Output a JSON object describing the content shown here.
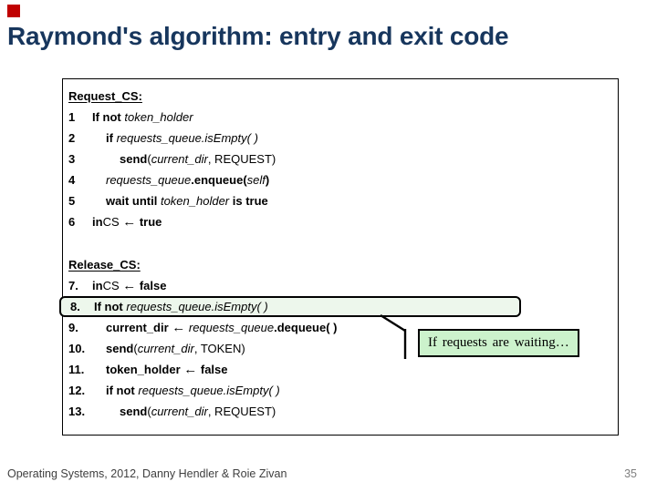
{
  "slide": {
    "title": "Raymond's algorithm: entry and exit code",
    "footer": "Operating Systems, 2012, Danny Hendler & Roie Zivan",
    "page_number": "35"
  },
  "colors": {
    "title_text": "#17365D",
    "accent_square": "#C00000",
    "highlight_bg": "#EDF7EC",
    "callout_bg": "#CCF2CC",
    "border": "#000000",
    "footer_text": "#3F3F3F",
    "page_number_text": "#7F7F7F"
  },
  "callout": {
    "text": "If requests are waiting…"
  },
  "code": {
    "sections": [
      {
        "id": "request",
        "header": "Request_CS:",
        "lines": [
          {
            "num": "1",
            "indent": 0,
            "highlight": false,
            "runs": [
              {
                "t": "If not ",
                "s": "b"
              },
              {
                "t": "token_holder",
                "s": "i"
              }
            ]
          },
          {
            "num": "2",
            "indent": 1,
            "highlight": false,
            "runs": [
              {
                "t": "if ",
                "s": "b"
              },
              {
                "t": "requests_queue.isEmpty( )",
                "s": "i"
              }
            ]
          },
          {
            "num": "3",
            "indent": 2,
            "highlight": false,
            "runs": [
              {
                "t": "send",
                "s": "b"
              },
              {
                "t": "(",
                "s": "n"
              },
              {
                "t": "current_dir",
                "s": "i"
              },
              {
                "t": ", REQUEST)",
                "s": "n"
              }
            ]
          },
          {
            "num": "4",
            "indent": 1,
            "highlight": false,
            "runs": [
              {
                "t": "requests_queue",
                "s": "i"
              },
              {
                "t": ".enqueue(",
                "s": "b"
              },
              {
                "t": "self",
                "s": "i"
              },
              {
                "t": ")",
                "s": "b"
              }
            ]
          },
          {
            "num": "5",
            "indent": 1,
            "highlight": false,
            "runs": [
              {
                "t": "wait until ",
                "s": "b"
              },
              {
                "t": "token_holder",
                "s": "i"
              },
              {
                "t": " is true",
                "s": "b"
              }
            ]
          },
          {
            "num": "6",
            "indent": 0,
            "highlight": false,
            "runs": [
              {
                "t": "in",
                "s": "b"
              },
              {
                "t": "CS ",
                "s": "n"
              },
              {
                "t": "←",
                "s": "arrow"
              },
              {
                "t": " true",
                "s": "b"
              }
            ]
          }
        ]
      },
      {
        "id": "release",
        "header": "Release_CS:",
        "lines": [
          {
            "num": "7.",
            "indent": 0,
            "highlight": false,
            "runs": [
              {
                "t": "in",
                "s": "b"
              },
              {
                "t": "CS ",
                "s": "n"
              },
              {
                "t": "←",
                "s": "arrow"
              },
              {
                "t": " false",
                "s": "b"
              }
            ]
          },
          {
            "num": "8.",
            "indent": 0,
            "highlight": true,
            "runs": [
              {
                "t": "If not ",
                "s": "b"
              },
              {
                "t": "requests_queue.isEmpty( )",
                "s": "i"
              }
            ]
          },
          {
            "num": "9.",
            "indent": 1,
            "highlight": false,
            "runs": [
              {
                "t": "current_dir ",
                "s": "b"
              },
              {
                "t": "←",
                "s": "arrow"
              },
              {
                "t": " ",
                "s": "n"
              },
              {
                "t": "requests_queue",
                "s": "i"
              },
              {
                "t": ".dequeue( )",
                "s": "b"
              }
            ]
          },
          {
            "num": "10.",
            "indent": 1,
            "highlight": false,
            "runs": [
              {
                "t": "send",
                "s": "b"
              },
              {
                "t": "(",
                "s": "n"
              },
              {
                "t": "current_dir",
                "s": "i"
              },
              {
                "t": ", TOKEN)",
                "s": "n"
              }
            ]
          },
          {
            "num": "11.",
            "indent": 1,
            "highlight": false,
            "runs": [
              {
                "t": "token_holder ",
                "s": "b"
              },
              {
                "t": "←",
                "s": "arrow"
              },
              {
                "t": " false",
                "s": "b"
              }
            ]
          },
          {
            "num": "12.",
            "indent": 1,
            "highlight": false,
            "runs": [
              {
                "t": "if not ",
                "s": "b"
              },
              {
                "t": "requests_queue.isEmpty( )",
                "s": "i"
              }
            ]
          },
          {
            "num": "13.",
            "indent": 2,
            "highlight": false,
            "runs": [
              {
                "t": "send",
                "s": "b"
              },
              {
                "t": "(",
                "s": "n"
              },
              {
                "t": "current_dir",
                "s": "i"
              },
              {
                "t": ", REQUEST)",
                "s": "n"
              }
            ]
          }
        ]
      }
    ]
  }
}
